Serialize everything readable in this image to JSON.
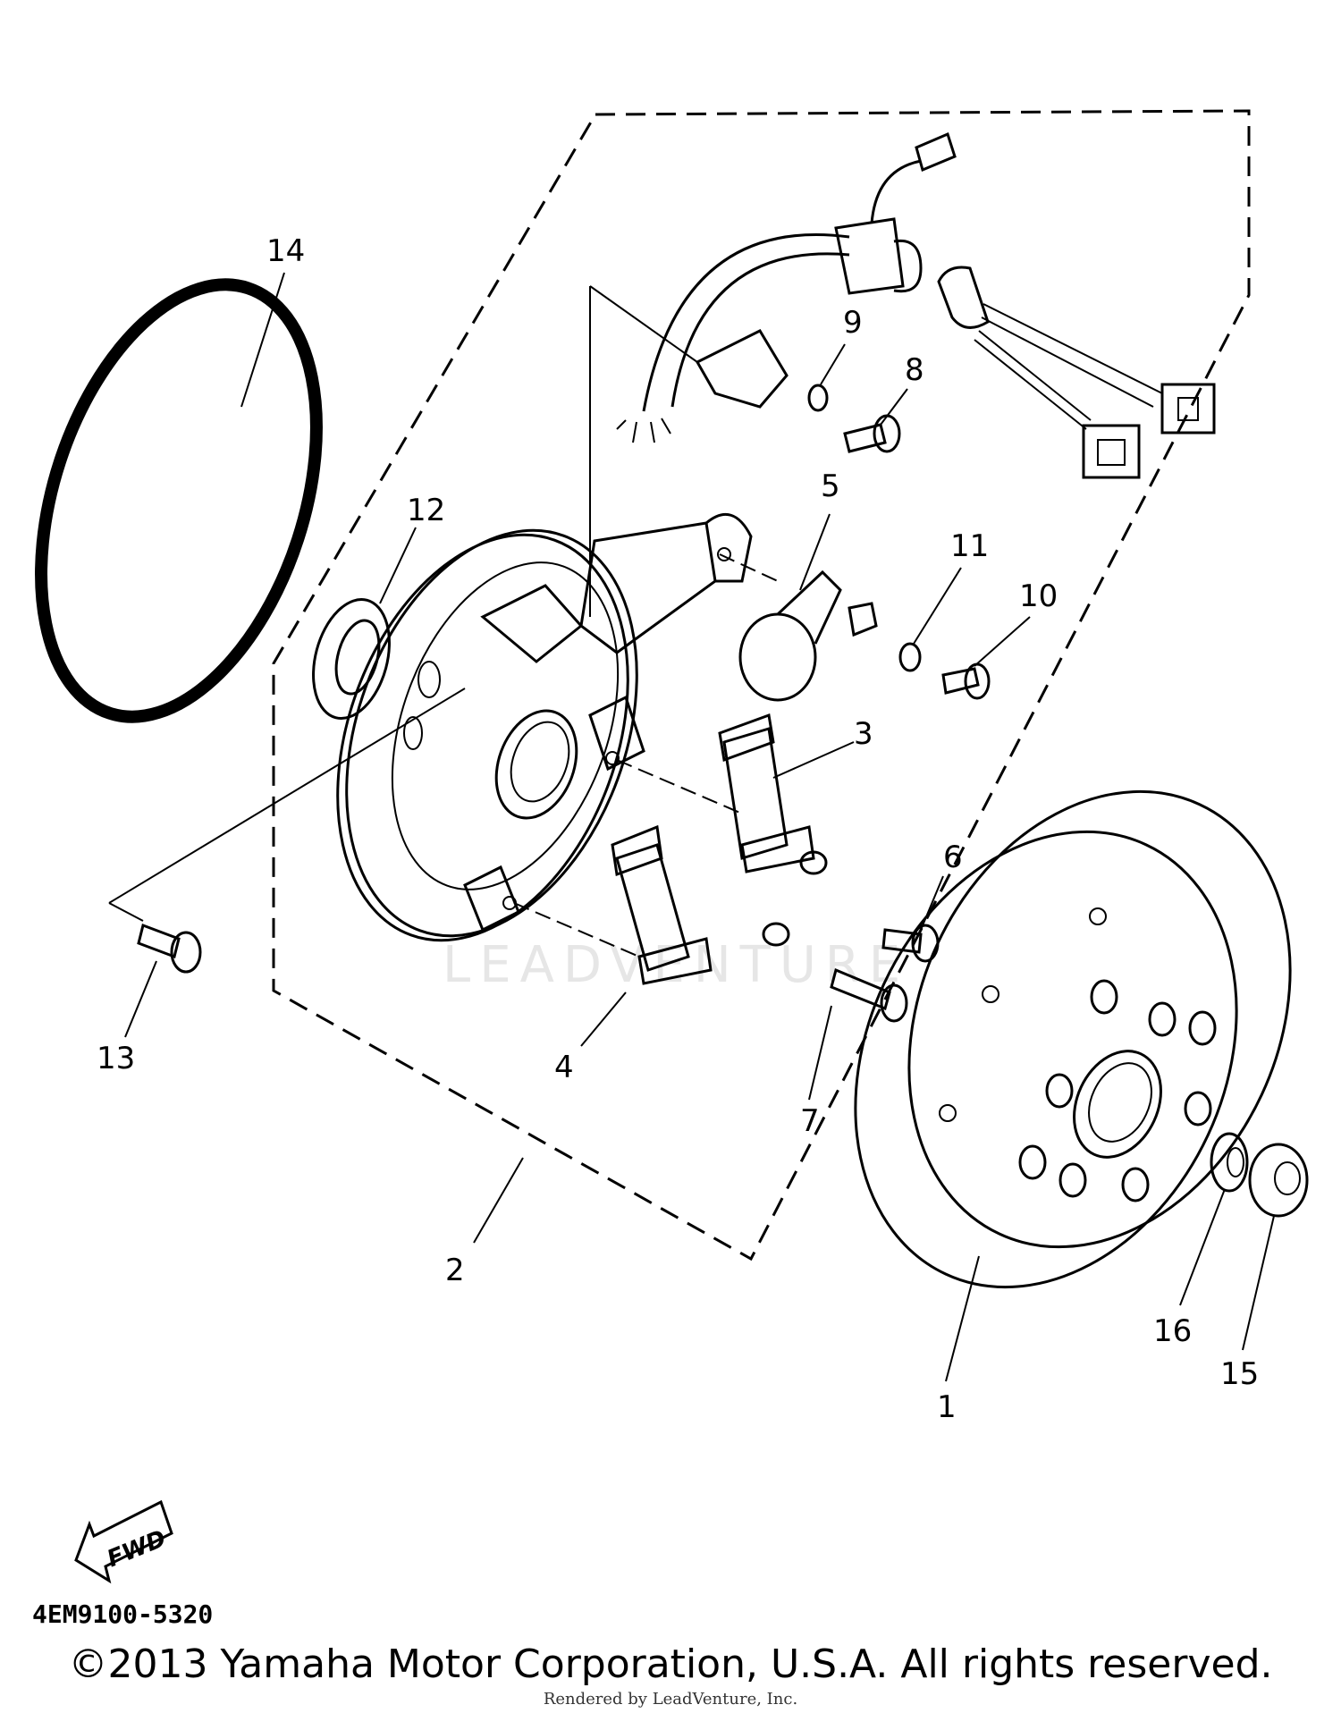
{
  "diagram": {
    "callouts": [
      "1",
      "2",
      "3",
      "4",
      "5",
      "6",
      "7",
      "8",
      "9",
      "10",
      "11",
      "12",
      "13",
      "14",
      "15",
      "16"
    ],
    "fwd_label": "FWD",
    "part_code": "4EM9100-5320",
    "watermark": "LEADVENTURE"
  },
  "footer": {
    "copyright": "©2013 Yamaha Motor Corporation, U.S.A. All rights reserved.",
    "rendered_by": "Rendered by LeadVenture, Inc."
  }
}
